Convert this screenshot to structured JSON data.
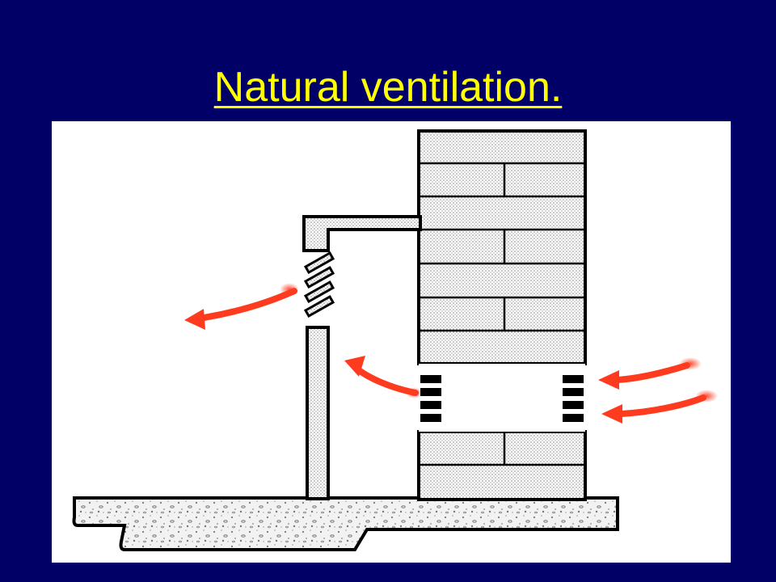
{
  "slide": {
    "title": "Natural ventilation."
  },
  "colors": {
    "background": "#000066",
    "title": "#ffff00",
    "arrow": "#ff3b1f",
    "outline": "#000000",
    "stipple": "#9a9a9a",
    "diagram_bg": "#ffffff"
  },
  "diagram": {
    "description_elements": [
      "outer-brick-wall",
      "inner-wall-leaf",
      "wall-vent-grilles",
      "upper-louvred-vent",
      "concrete-floor-slab",
      "airflow-arrows"
    ],
    "airflow_arrows": {
      "inbound_count": 2,
      "cavity_count": 1,
      "outbound_count": 1
    }
  }
}
